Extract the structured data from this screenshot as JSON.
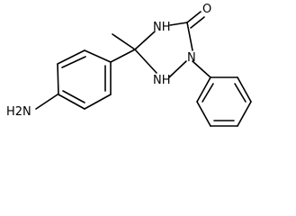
{
  "molecule": {
    "atom_labels": {
      "nh_top": "NH",
      "nh_bottom": "NH",
      "n_phenyl": "N",
      "oxygen": "O",
      "amine": "H2N"
    }
  },
  "colors": {
    "bond": "#000000",
    "label": "#000000",
    "background": "#ffffff"
  }
}
